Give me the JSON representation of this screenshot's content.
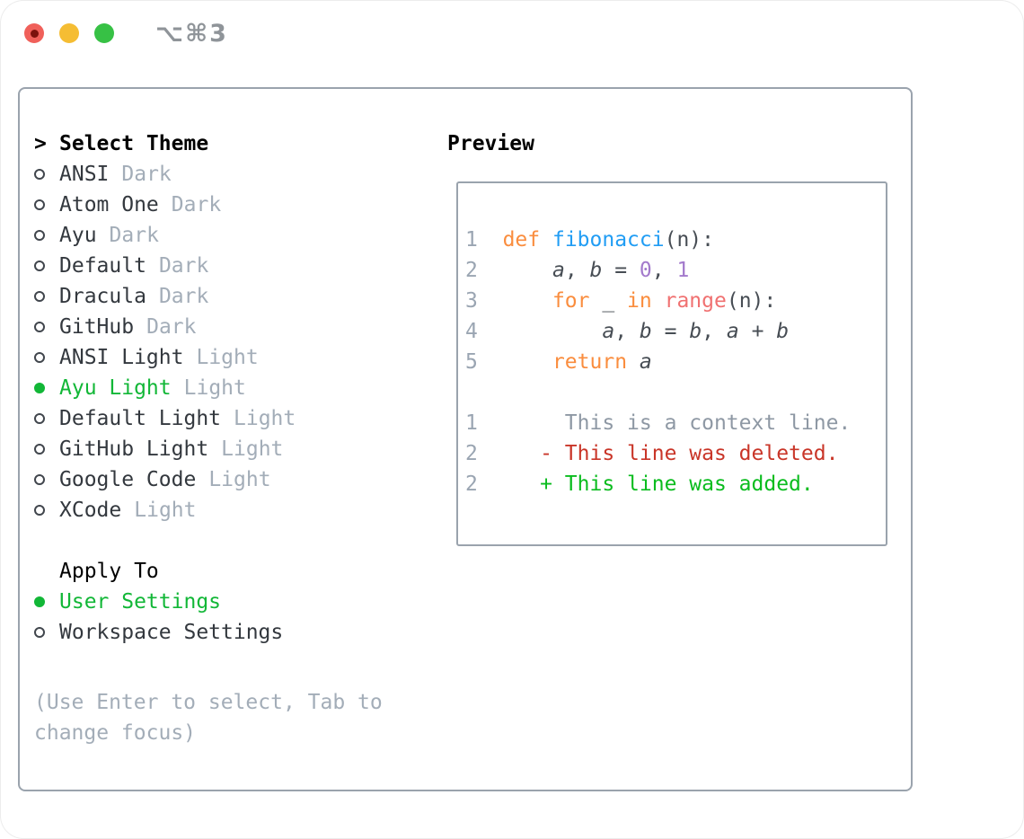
{
  "window": {
    "title": "⌥⌘3",
    "traffic_lights": [
      {
        "name": "close",
        "color": "#f0605a",
        "dot_color": "#7c120d"
      },
      {
        "name": "minimize",
        "color": "#f5bd33"
      },
      {
        "name": "maximize",
        "color": "#37c145"
      }
    ]
  },
  "theme_list": {
    "header_prefix": ">",
    "header": "Select Theme",
    "items": [
      {
        "name": "ANSI",
        "variant": "Dark",
        "selected": false
      },
      {
        "name": "Atom One",
        "variant": "Dark",
        "selected": false
      },
      {
        "name": "Ayu",
        "variant": "Dark",
        "selected": false
      },
      {
        "name": "Default",
        "variant": "Dark",
        "selected": false
      },
      {
        "name": "Dracula",
        "variant": "Dark",
        "selected": false
      },
      {
        "name": "GitHub",
        "variant": "Dark",
        "selected": false
      },
      {
        "name": "ANSI Light",
        "variant": "Light",
        "selected": false
      },
      {
        "name": "Ayu Light",
        "variant": "Light",
        "selected": true
      },
      {
        "name": "Default Light",
        "variant": "Light",
        "selected": false
      },
      {
        "name": "GitHub Light",
        "variant": "Light",
        "selected": false
      },
      {
        "name": "Google Code",
        "variant": "Light",
        "selected": false
      },
      {
        "name": "XCode",
        "variant": "Light",
        "selected": false
      }
    ]
  },
  "apply_to": {
    "header": "Apply To",
    "options": [
      {
        "label": "User Settings",
        "selected": true
      },
      {
        "label": "Workspace Settings",
        "selected": false
      }
    ]
  },
  "hint": "(Use Enter to select, Tab to change focus)",
  "preview": {
    "header": "Preview",
    "lines": [
      {
        "tokens": [
          {
            "t": "1",
            "c": "ln"
          },
          {
            "t": "  ",
            "c": ""
          },
          {
            "t": "def",
            "c": "kw"
          },
          {
            "t": " ",
            "c": ""
          },
          {
            "t": "fibonacci",
            "c": "fn"
          },
          {
            "t": "(n):",
            "c": ""
          }
        ]
      },
      {
        "tokens": [
          {
            "t": "2",
            "c": "ln"
          },
          {
            "t": "      ",
            "c": ""
          },
          {
            "t": "a",
            "c": "var"
          },
          {
            "t": ", ",
            "c": ""
          },
          {
            "t": "b",
            "c": "var"
          },
          {
            "t": " = ",
            "c": ""
          },
          {
            "t": "0",
            "c": "num"
          },
          {
            "t": ", ",
            "c": ""
          },
          {
            "t": "1",
            "c": "num"
          }
        ]
      },
      {
        "tokens": [
          {
            "t": "3",
            "c": "ln"
          },
          {
            "t": "      ",
            "c": ""
          },
          {
            "t": "for",
            "c": "kw"
          },
          {
            "t": " _ ",
            "c": ""
          },
          {
            "t": "in",
            "c": "kw"
          },
          {
            "t": " ",
            "c": ""
          },
          {
            "t": "range",
            "c": "call"
          },
          {
            "t": "(n):",
            "c": ""
          }
        ]
      },
      {
        "tokens": [
          {
            "t": "4",
            "c": "ln"
          },
          {
            "t": "          ",
            "c": ""
          },
          {
            "t": "a",
            "c": "var"
          },
          {
            "t": ", ",
            "c": ""
          },
          {
            "t": "b",
            "c": "var"
          },
          {
            "t": " = ",
            "c": ""
          },
          {
            "t": "b",
            "c": "var"
          },
          {
            "t": ", ",
            "c": ""
          },
          {
            "t": "a",
            "c": "var"
          },
          {
            "t": " + ",
            "c": ""
          },
          {
            "t": "b",
            "c": "var"
          }
        ]
      },
      {
        "tokens": [
          {
            "t": "5",
            "c": "ln"
          },
          {
            "t": "      ",
            "c": ""
          },
          {
            "t": "return",
            "c": "kw"
          },
          {
            "t": " ",
            "c": ""
          },
          {
            "t": "a",
            "c": "var"
          }
        ]
      },
      {
        "tokens": [
          {
            "t": "",
            "c": ""
          }
        ]
      },
      {
        "tokens": [
          {
            "t": "1",
            "c": "ln"
          },
          {
            "t": "       ",
            "c": ""
          },
          {
            "t": "This is a context line.",
            "c": "ctx"
          }
        ]
      },
      {
        "tokens": [
          {
            "t": "2",
            "c": "ln"
          },
          {
            "t": "     ",
            "c": ""
          },
          {
            "t": "- This line was deleted.",
            "c": "del"
          }
        ]
      },
      {
        "tokens": [
          {
            "t": "2",
            "c": "ln"
          },
          {
            "t": "     ",
            "c": ""
          },
          {
            "t": "+ This line was added.",
            "c": "add"
          }
        ]
      }
    ]
  },
  "colors": {
    "selected_green": "#12b737",
    "added_green": "#0abc1e",
    "deleted_red": "#c93528",
    "keyword_orange": "#fa8d3e",
    "function_blue": "#219df4",
    "number_purple": "#a37acc",
    "call_coral": "#f07171",
    "panel_border": "#9aa3ad",
    "muted_gray": "#a3adb8",
    "traffic_close": "#f0605a",
    "traffic_close_dot": "#7c120d",
    "traffic_minimize": "#f5bd33",
    "traffic_maximize": "#37c145"
  }
}
